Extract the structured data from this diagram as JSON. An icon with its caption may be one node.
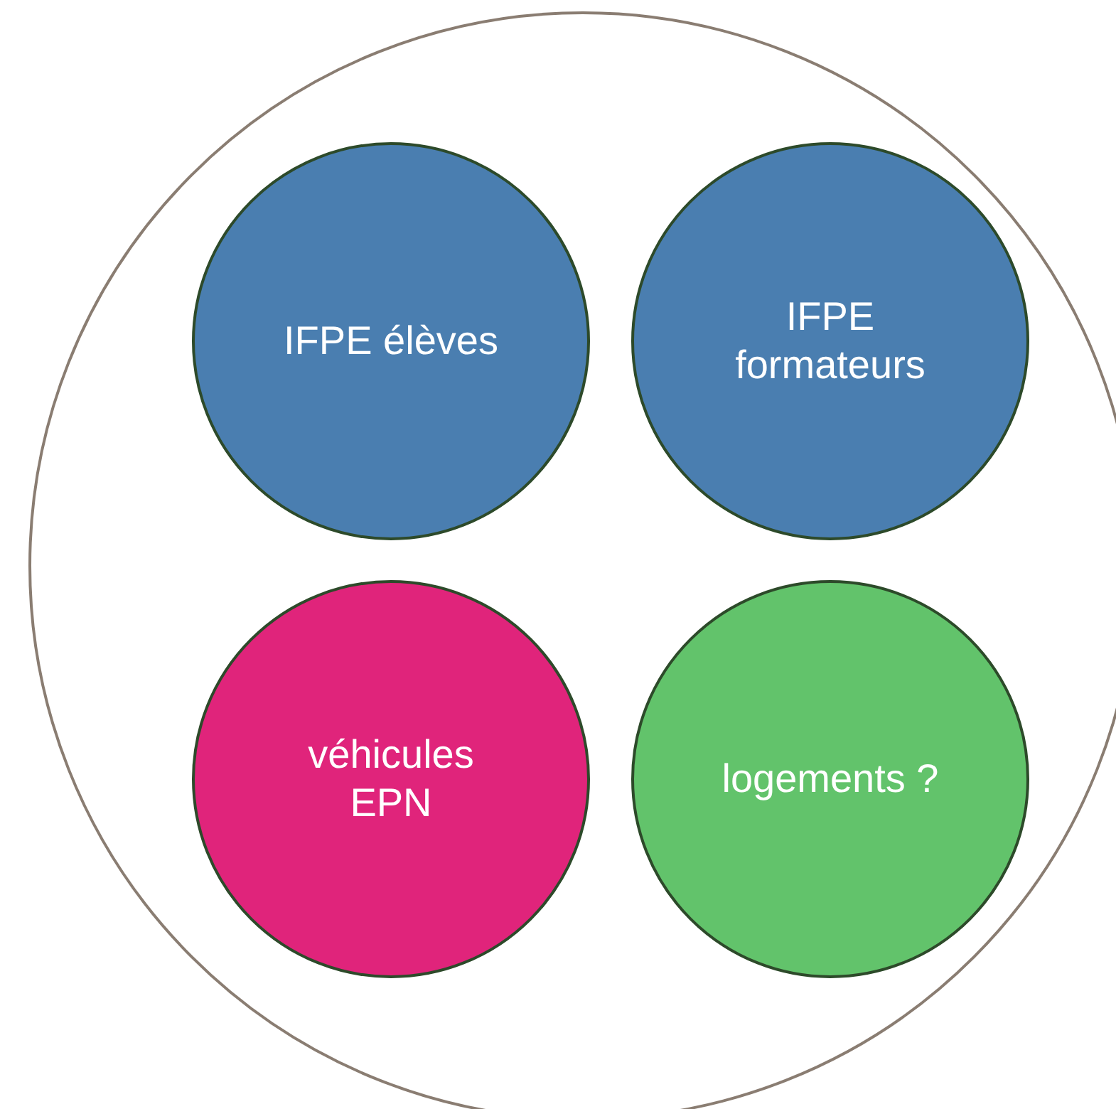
{
  "diagram": {
    "nodes": [
      {
        "text": [],
        "shape": "circle"
      },
      {
        "text": [
          "IFPE élèves"
        ],
        "in": 0
      },
      {
        "text": [
          "IFPE formateurs"
        ],
        "in": 0
      },
      {
        "text": [
          "véhicules EPN"
        ],
        "in": 0
      },
      {
        "text": [
          "logements ?"
        ],
        "in": 0
      }
    ]
  }
}
